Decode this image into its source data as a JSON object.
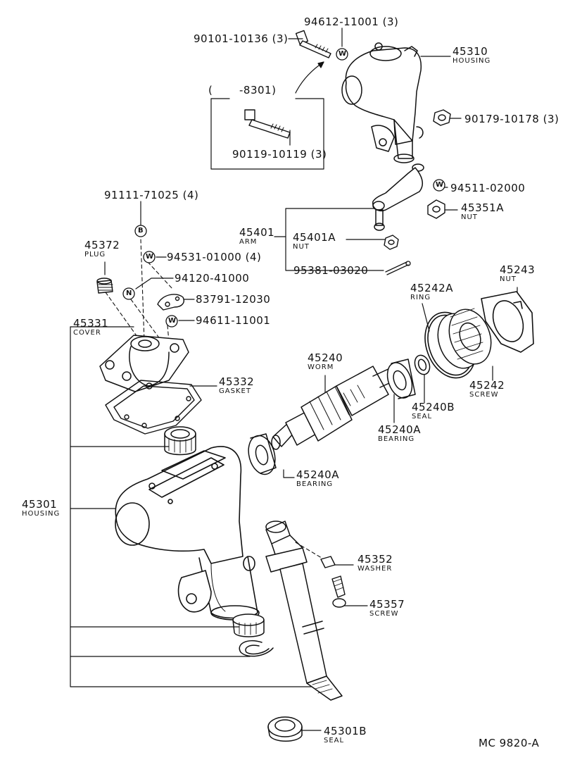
{
  "drawing_code": "MC 9820-A",
  "period_note": {
    "open": "(",
    "text": "-8301)"
  },
  "callouts": [
    {
      "id": "h45310",
      "number": "45310",
      "name": "HOUSING"
    },
    {
      "id": "b90101",
      "number": "90101-10136 (3)"
    },
    {
      "id": "w94612",
      "number": "94612-11001 (3)"
    },
    {
      "id": "b90119",
      "number": "90119-10119 (3)"
    },
    {
      "id": "n90179",
      "number": "90179-10178 (3)"
    },
    {
      "id": "w94511",
      "number": "94511-02000"
    },
    {
      "id": "n45351a",
      "number": "45351A",
      "name": "NUT"
    },
    {
      "id": "a45401",
      "number": "45401",
      "name": "ARM"
    },
    {
      "id": "n45401a",
      "number": "45401A",
      "name": "NUT"
    },
    {
      "id": "p95381",
      "number": "95381-03020"
    },
    {
      "id": "b91111",
      "number": "91111-71025 (4)"
    },
    {
      "id": "p45372",
      "number": "45372",
      "name": "PLUG"
    },
    {
      "id": "w94531",
      "number": "94531-01000 (4)"
    },
    {
      "id": "n94120",
      "number": "94120-41000"
    },
    {
      "id": "s83791",
      "number": "83791-12030"
    },
    {
      "id": "w94611",
      "number": "94611-11001"
    },
    {
      "id": "c45331",
      "number": "45331",
      "name": "COVER"
    },
    {
      "id": "g45332",
      "number": "45332",
      "name": "GASKET"
    },
    {
      "id": "h45301",
      "number": "45301",
      "name": "HOUSING"
    },
    {
      "id": "w45240",
      "number": "45240",
      "name": "WORM"
    },
    {
      "id": "r45242a",
      "number": "45242A",
      "name": "RING"
    },
    {
      "id": "n45243",
      "number": "45243",
      "name": "NUT"
    },
    {
      "id": "s45242",
      "number": "45242",
      "name": "SCREW"
    },
    {
      "id": "s45240b",
      "number": "45240B",
      "name": "SEAL"
    },
    {
      "id": "b45240a1",
      "number": "45240A",
      "name": "BEARING"
    },
    {
      "id": "b45240a2",
      "number": "45240A",
      "name": "BEARING"
    },
    {
      "id": "w45352",
      "number": "45352",
      "name": "WASHER"
    },
    {
      "id": "s45357",
      "number": "45357",
      "name": "SCREW"
    },
    {
      "id": "s45301b",
      "number": "45301B",
      "name": "SEAL"
    }
  ],
  "symbols": {
    "washer": "W",
    "bolt": "B",
    "nut": "N"
  }
}
